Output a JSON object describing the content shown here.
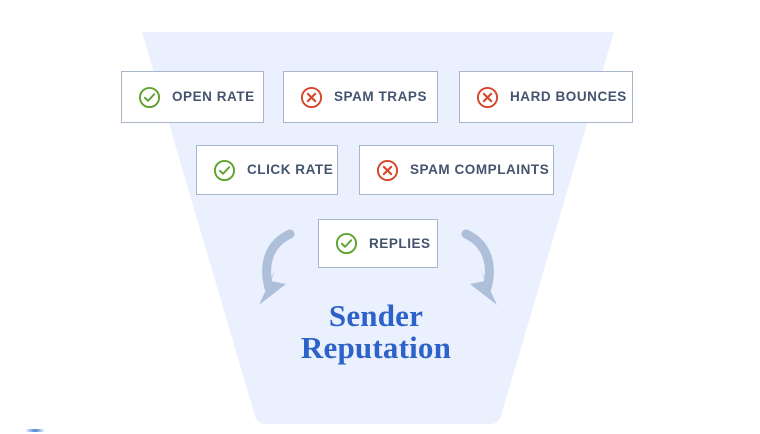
{
  "diagram": {
    "title_line_1": "Sender",
    "title_line_2": "Reputation",
    "title_color": "#2d63c8",
    "funnel_color": "#eaf0fd",
    "arrow_color": "#aebfda",
    "box_border_color": "#a8b6cc",
    "box_background": "#ffffff",
    "label_color": "#44546f",
    "positive_icon_color": "#5ba32b",
    "negative_icon_color": "#d64527",
    "rows": [
      {
        "row_name": "row-1",
        "items": [
          {
            "label": "OPEN RATE",
            "icon": "check-circle-icon",
            "sentiment": "positive"
          },
          {
            "label": "SPAM TRAPS",
            "icon": "x-circle-icon",
            "sentiment": "negative"
          },
          {
            "label": "HARD BOUNCES",
            "icon": "x-circle-icon",
            "sentiment": "negative"
          }
        ]
      },
      {
        "row_name": "row-2",
        "items": [
          {
            "label": "CLICK RATE",
            "icon": "check-circle-icon",
            "sentiment": "positive"
          },
          {
            "label": "SPAM COMPLAINTS",
            "icon": "x-circle-icon",
            "sentiment": "negative"
          }
        ]
      },
      {
        "row_name": "row-3",
        "items": [
          {
            "label": "REPLIES",
            "icon": "check-circle-icon",
            "sentiment": "positive"
          }
        ]
      }
    ],
    "arrows": [
      {
        "name": "left-curved-arrow",
        "direction": "down-left"
      },
      {
        "name": "right-curved-arrow",
        "direction": "down-right"
      }
    ]
  }
}
